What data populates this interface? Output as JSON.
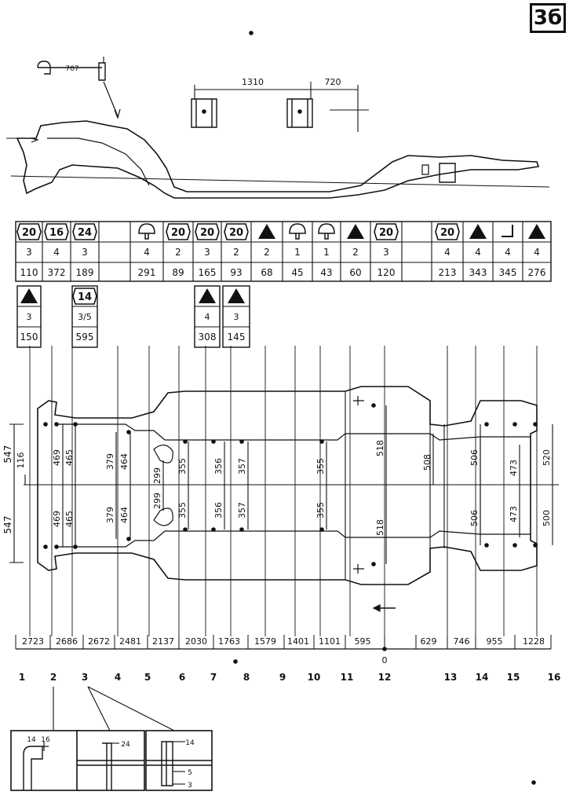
{
  "page_number": "3б",
  "top_views": {
    "bracket_label": "707",
    "spacing_left": "1310",
    "spacing_right": "720"
  },
  "table": {
    "columns": [
      {
        "fastener": "20",
        "qty": "3",
        "torque": "110"
      },
      {
        "fastener": "16",
        "qty": "4",
        "torque": "372"
      },
      {
        "fastener": "24",
        "qty": "3",
        "torque": "189"
      },
      {
        "fastener": "",
        "qty": "",
        "torque": ""
      },
      {
        "fastener": "mount",
        "qty": "4",
        "torque": "291"
      },
      {
        "fastener": "20",
        "qty": "2",
        "torque": "89"
      },
      {
        "fastener": "20",
        "qty": "3",
        "torque": "165"
      },
      {
        "fastener": "20",
        "qty": "2",
        "torque": "93"
      },
      {
        "fastener": "triangle",
        "qty": "2",
        "torque": "68"
      },
      {
        "fastener": "mount",
        "qty": "1",
        "torque": "45"
      },
      {
        "fastener": "mount",
        "qty": "1",
        "torque": "43"
      },
      {
        "fastener": "triangle",
        "qty": "2",
        "torque": "60"
      },
      {
        "fastener": "20",
        "qty": "3",
        "torque": "120"
      },
      {
        "fastener": "",
        "qty": "",
        "torque": ""
      },
      {
        "fastener": "20",
        "qty": "4",
        "torque": "213"
      },
      {
        "fastener": "triangle",
        "qty": "4",
        "torque": "343"
      },
      {
        "fastener": "bracket",
        "qty": "4",
        "torque": "345"
      },
      {
        "fastener": "triangle",
        "qty": "4",
        "torque": "276"
      }
    ],
    "sub_tables": [
      {
        "col": 0,
        "fastener": "triangle",
        "qty": "3",
        "torque": "150"
      },
      {
        "col": 2,
        "fastener": "14",
        "qty": "3/5",
        "torque": "595"
      },
      {
        "col": 6,
        "fastener": "triangle",
        "qty": "4",
        "torque": "308"
      },
      {
        "col": 7,
        "fastener": "triangle",
        "qty": "3",
        "torque": "145"
      }
    ]
  },
  "plan_dims": {
    "half_widths": [
      "547",
      "547"
    ],
    "offset_116": "116",
    "v469": "469",
    "v465": "465",
    "v379": "379",
    "v464": "464",
    "v299": "299",
    "v355": "355",
    "v356": "356",
    "v357": "357",
    "v518": "518",
    "v508": "508",
    "v506": "506",
    "v473": "473",
    "v520": "520",
    "v500": "500"
  },
  "bottom_scale": {
    "distances": [
      "2723",
      "2686",
      "2672",
      "2481",
      "2137",
      "2030",
      "1763",
      "1579",
      "1401",
      "1101",
      "595",
      "629",
      "746",
      "955",
      "1228"
    ],
    "zero": "0",
    "stations": [
      "1",
      "2",
      "3",
      "4",
      "5",
      "6",
      "7",
      "8",
      "9",
      "10",
      "11",
      "12",
      "13",
      "14",
      "15",
      "16"
    ]
  },
  "details": {
    "d1_labels": [
      "14",
      "16"
    ],
    "d2_labels": [
      "24"
    ],
    "d3_labels": [
      "14",
      "5",
      "3"
    ]
  }
}
